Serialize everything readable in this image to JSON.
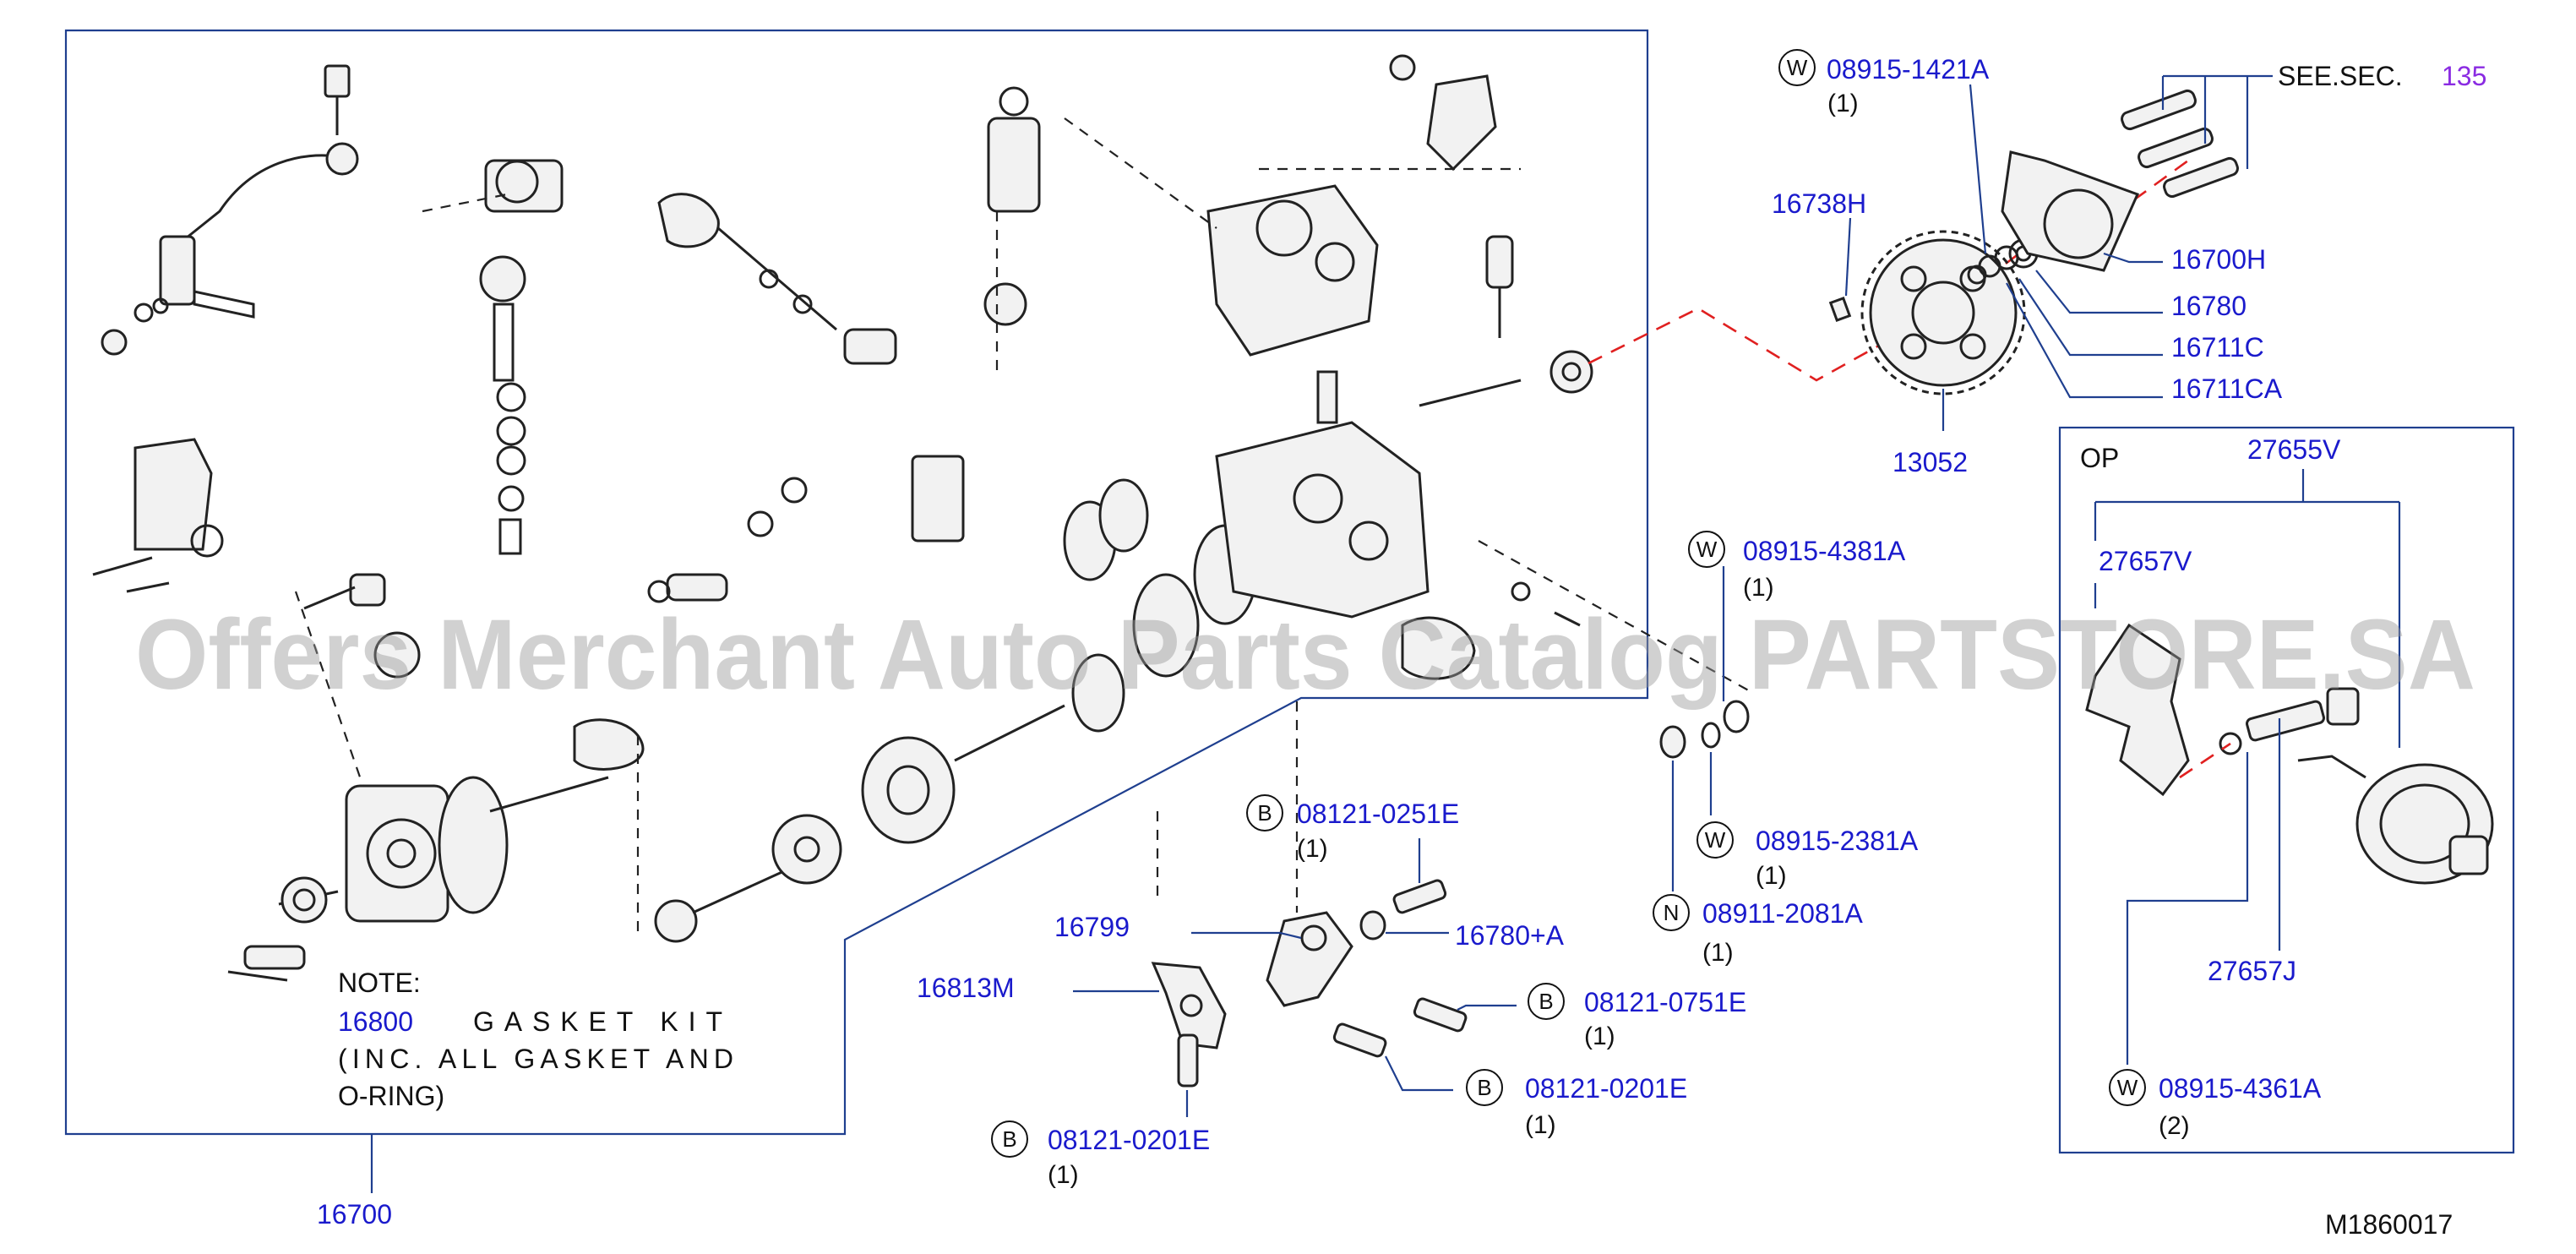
{
  "watermark": "Offers Merchant Auto Parts Catalog PARTSTORE.SA",
  "drawing_id": "M1860017",
  "see_section": {
    "prefix": "SEE.SEC.",
    "number": "135"
  },
  "op_label": "OP",
  "note": {
    "heading": "NOTE:",
    "part_no": "16800",
    "line1": "GASKET KIT",
    "line2": "(INC. ALL GASKET AND",
    "line3": "O-RING)"
  },
  "part_labels": {
    "p16700": "16700",
    "p16738H": "16738H",
    "p16700H": "16700H",
    "p16780": "16780",
    "p16711C": "16711C",
    "p16711CA": "16711CA",
    "p13052": "13052",
    "p27655V": "27655V",
    "p27657V": "27657V",
    "p27657J": "27657J",
    "p16799": "16799",
    "p16780A": "16780+A",
    "p16813M": "16813M"
  },
  "fasteners": [
    {
      "badge": "W",
      "part": "08915-1421A",
      "qty": "(1)"
    },
    {
      "badge": "W",
      "part": "08915-4381A",
      "qty": "(1)"
    },
    {
      "badge": "W",
      "part": "08915-2381A",
      "qty": "(1)"
    },
    {
      "badge": "N",
      "part": "08911-2081A",
      "qty": "(1)"
    },
    {
      "badge": "B",
      "part": "08121-0251E",
      "qty": "(1)"
    },
    {
      "badge": "B",
      "part": "08121-0751E",
      "qty": "(1)"
    },
    {
      "badge": "B",
      "part": "08121-0201E",
      "qty": "(1)"
    },
    {
      "badge": "B",
      "part": "08121-0201E",
      "qty": "(1)"
    },
    {
      "badge": "W",
      "part": "08915-4361A",
      "qty": "(2)"
    }
  ]
}
